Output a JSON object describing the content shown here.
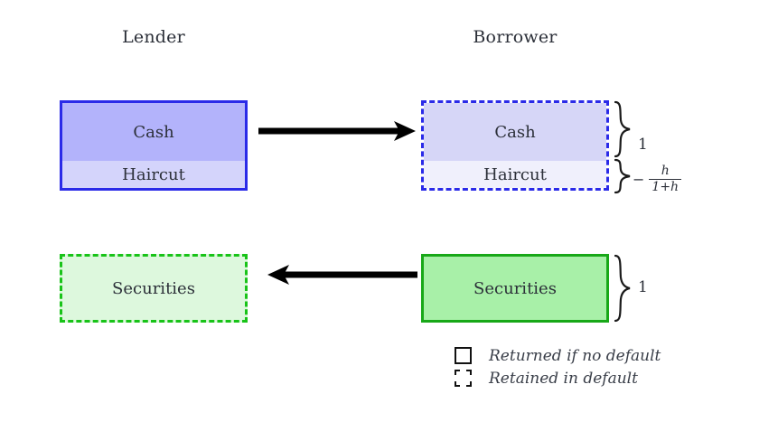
{
  "figure": {
    "columns": [
      {
        "id": "lender",
        "heading": "Lender"
      },
      {
        "id": "borrower",
        "heading": "Borrower"
      }
    ],
    "boxes": {
      "lender_cash": {
        "cash_label": "Cash",
        "haircut_label": "Haircut",
        "border_style": "solid",
        "border_color": "#2a2ae8",
        "cash_fill": "#b3b3fb",
        "haircut_fill": "#d4d4fb"
      },
      "borrower_cash": {
        "cash_label": "Cash",
        "haircut_label": "Haircut",
        "border_style": "dashed",
        "border_color": "#2a2ae8",
        "cash_fill": "#d6d6f7",
        "haircut_fill": "#f0f0fc"
      },
      "lender_securities": {
        "label": "Securities",
        "border_style": "dashed",
        "border_color": "#18c318",
        "fill": "#ddf8dd"
      },
      "borrower_securities": {
        "label": "Securities",
        "border_style": "solid",
        "border_color": "#18a818",
        "fill": "#a8f0a8"
      }
    },
    "arrows": [
      {
        "id": "cash-flow",
        "direction": "right"
      },
      {
        "id": "securities-flow",
        "direction": "left"
      }
    ],
    "annotations": {
      "cash_amount": "1",
      "securities_amount": "1",
      "haircut_minus": "−",
      "haircut_numerator": "h",
      "haircut_denominator": "1+h"
    },
    "legend": {
      "items": [
        {
          "swatch": "solid",
          "text": "Returned if no default"
        },
        {
          "swatch": "dashed",
          "text": "Retained in default"
        }
      ]
    },
    "colors": {
      "arrow": "#000000",
      "brace": "#1a1a1a",
      "text": "#2b2f38",
      "background": "#ffffff"
    }
  }
}
